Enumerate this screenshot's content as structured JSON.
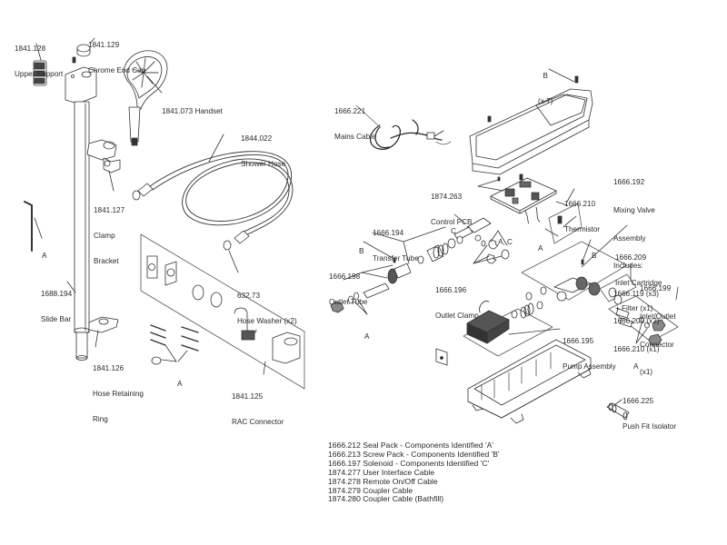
{
  "diagram": {
    "title": "Exploded parts diagram - shower kit and pump unit",
    "labels": {
      "upper_support": {
        "code": "1841.128",
        "name": "Upper Support"
      },
      "chrome_end_cap": {
        "code": "1841.129",
        "name": "Chrome End Cap"
      },
      "handset": {
        "code": "1841.073",
        "name": "Handset"
      },
      "shower_hose": {
        "code": "1844.022",
        "name": "Shower Hose"
      },
      "clamp_bracket": {
        "code": "1841.127",
        "name": "Clamp",
        "name2": "Bracket"
      },
      "slide_bar": {
        "code": "1688.194",
        "name": "Slide Bar"
      },
      "hose_washer": {
        "code": "632.73",
        "name": "Hose Washer (x2)"
      },
      "hose_retaining_ring": {
        "code": "1841.126",
        "name": "Hose Retaining",
        "name2": "Ring"
      },
      "rac_connector": {
        "code": "1841.125",
        "name": "RAC Connector"
      },
      "mains_cable": {
        "code": "1666.221",
        "name": "Mains Cable"
      },
      "control_pcb": {
        "code": "1874.263",
        "name": "Control PCB"
      },
      "thermistor": {
        "code": "1666.210",
        "name": "Thermistor"
      },
      "mixing_valve": {
        "code": "1666.192",
        "lines": [
          "Mixing Valve",
          "Assembly",
          "Includes:",
          "1666.119 (x3)",
          "1666.209 (x2)",
          "1666.210 (x1)"
        ]
      },
      "transfer_tube": {
        "code": "1666.194",
        "name": "Transfer Tube"
      },
      "outlet_tube": {
        "code": "1666.198",
        "name": "Outlet Tube"
      },
      "outlet_clamp": {
        "code": "1666.196",
        "name": "Outlet Clamp"
      },
      "inlet_cartridge": {
        "code": "1666.209",
        "name": "Inlet Cartridge",
        "name2": "+ Filter (x1)"
      },
      "inlet_outlet_connector": {
        "code": "1666.199",
        "lines": [
          "Inlet/Outlet",
          "Connector",
          "(x1)"
        ]
      },
      "pump_assembly": {
        "code": "1666.195",
        "name": "Pump Assembly"
      },
      "push_fit_isolator": {
        "code": "1666.225",
        "name": "Push Fit Isolator"
      },
      "screws_b": {
        "letter": "B",
        "qty": "(x 7)"
      }
    },
    "component_letters": {
      "a": "A",
      "b": "B",
      "c": "C",
      "ac": "A, C"
    },
    "legend": [
      "1666.212 Seal Pack - Components Identified 'A'",
      "1666.213 Screw Pack - Components Identified 'B'",
      "1666.197 Solenoid - Components Identified 'C'",
      "1874.277 User Interface Cable",
      "1874.278 Remote On/Off Cable",
      "1874.279 Coupler Cable",
      "1874.280 Coupler Cable (Bathfill)"
    ]
  }
}
